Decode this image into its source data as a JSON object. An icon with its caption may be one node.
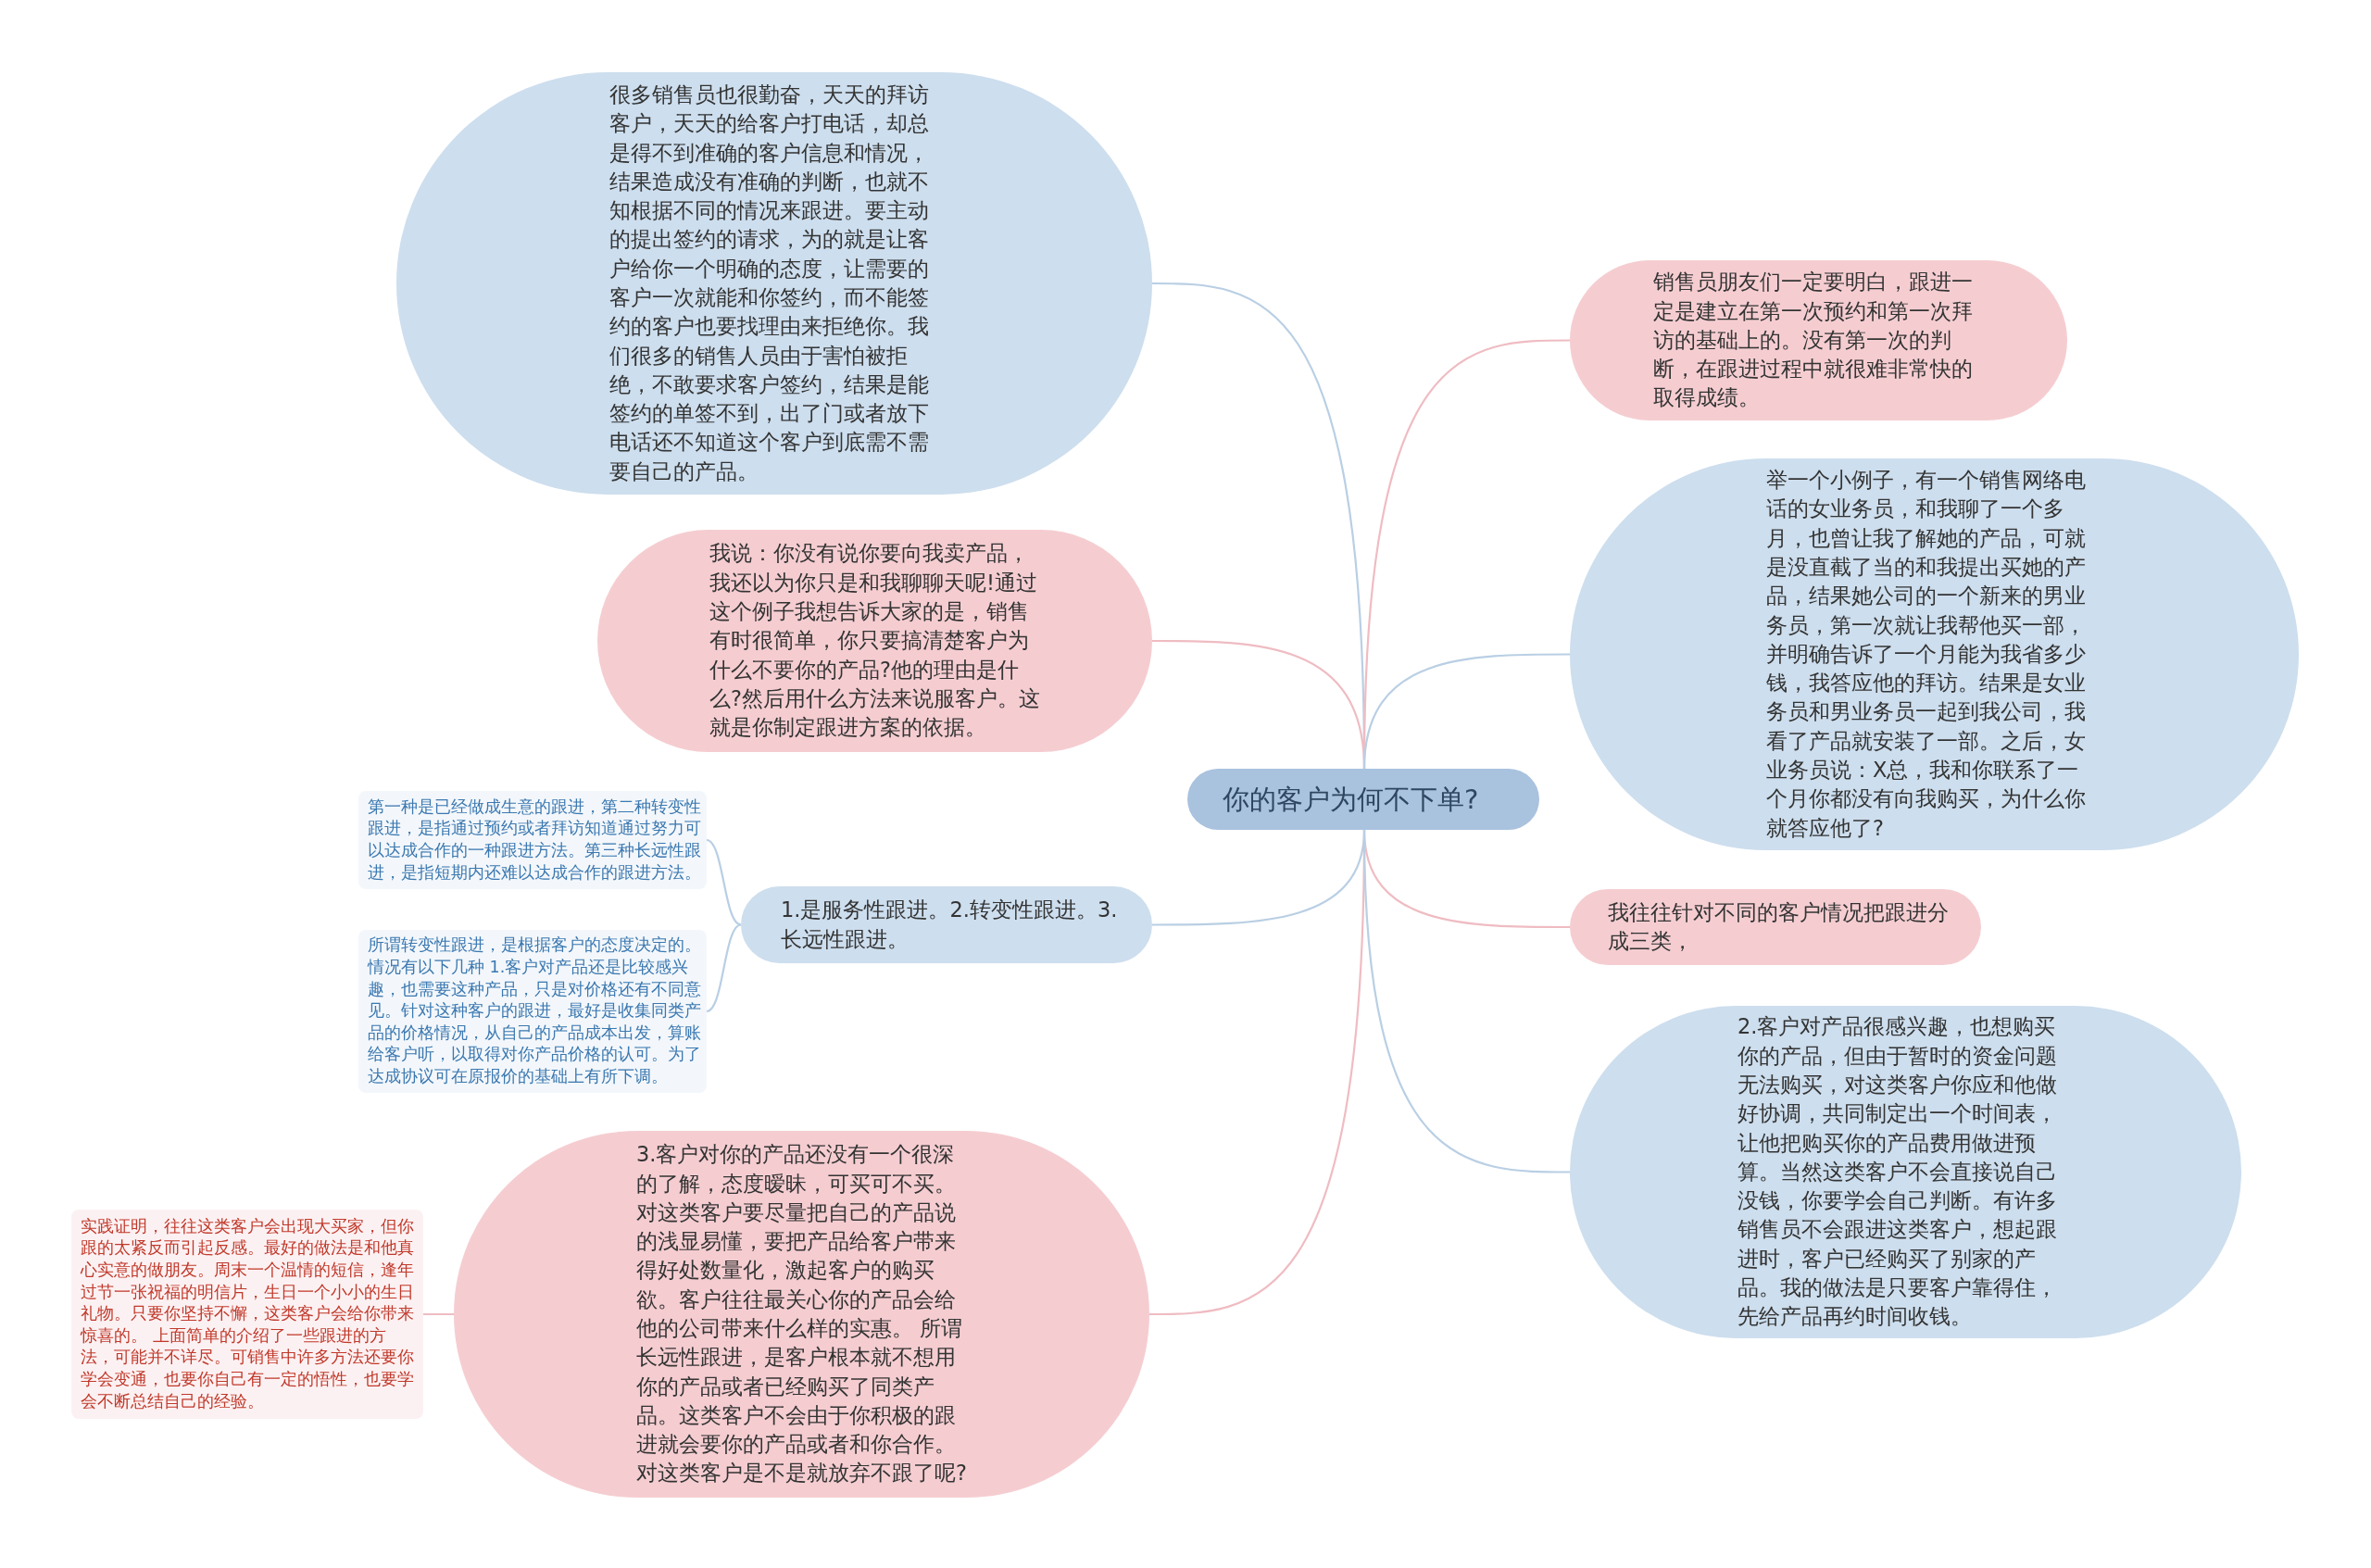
{
  "diagram": {
    "nodes": [
      {
        "text": [
          "你的客户为何不下单?"
        ]
      },
      {
        "text": [
          "很多销售员也很勤奋，天天的拜访客户，天天的给客户打电话，却总是得不到准确的客户信息和情况，结果造成没有准确的判断，也就不知根据不同的情况来跟进。要主动的提出签约的请求，为的就是让客户给你一个明确的态度，让需要的客户一次就能和你签约，而不能签约的客户也要找理由来拒绝你。我们很多的销售人员由于害怕被拒绝，不敢要求客户签约，结果是能签约的单签不到，出了门或者放下电话还不知道这个客户到底需不需要自己的产品。"
        ]
      },
      {
        "text": [
          "我说：你没有说你要向我卖产品，我还以为你只是和我聊聊天呢!通过这个例子我想告诉大家的是，销售有时很简单，你只要搞清楚客户为什么不要你的产品?他的理由是什么?然后用什么方法来说服客户。这就是你制定跟进方案的依据。"
        ]
      },
      {
        "text": [
          "1.是服务性跟进。2.转变性跟进。3.长远性跟进。"
        ]
      },
      {
        "text": [
          "第一种是已经做成生意的跟进，第二种转变性跟进，是指通过预约或者拜访知道通过努力可以达成合作的一种跟进方法。第三种长远性跟进，是指短期内还难以达成合作的跟进方法。"
        ]
      },
      {
        "text": [
          "所谓转变性跟进，是根据客户的态度决定的。情况有以下几种 1.客户对产品还是比较感兴趣，也需要这种产品，只是对价格还有不同意见。针对这种客户的跟进，最好是收集同类产品的价格情况，从自己的产品成本出发，算账给客户听，以取得对你产品价格的认可。为了达成协议可在原报价的基础上有所下调。"
        ]
      },
      {
        "text": [
          "3.客户对你的产品还没有一个很深的了解，态度暧昧，可买可不买。对这类客户要尽量把自己的产品说的浅显易懂，要把产品给客户带来得好处数量化，激起客户的购买欲。客户往往最关心你的产品会给他的公司带来什么样的实惠。 所谓长远性跟进，是客户根本就不想用你的产品或者已经购买了同类产品。这类客户不会由于你积极的跟进就会要你的产品或者和你合作。对这类客户是不是就放弃不跟了呢?"
        ]
      },
      {
        "text": [
          "实践证明，往往这类客户会出现大买家，但你跟的太紧反而引起反感。最好的做法是和他真心实意的做朋友。周末一个温情的短信，逢年过节一张祝福的明信片，生日一个小小的生日礼物。只要你坚持不懈，这类客户会给你带来惊喜的。 上面简单的介绍了一些跟进的方法，可能并不详尽。可销售中许多方法还要你学会变通，也要你自己有一定的悟性，也要学会不断总结自己的经验。"
        ]
      },
      {
        "text": [
          "销售员朋友们一定要明白，跟进一定是建立在第一次预约和第一次拜访的基础上的。没有第一次的判断，在跟进过程中就很难非常快的取得成绩。"
        ]
      },
      {
        "text": [
          "举一个小例子，有一个销售网络电话的女业务员，和我聊了一个多月，也曾让我了解她的产品，可就是没直截了当的和我提出买她的产品，结果她公司的一个新来的男业务员，第一次就让我帮他买一部，并明确告诉了一个月能为我省多少钱，我答应他的拜访。结果是女业务员和男业务员一起到我公司，我看了产品就安装了一部。之后，女业务员说：X总，我和你联系了一个月你都没有向我购买，为什么你就答应他了?"
        ]
      },
      {
        "text": [
          "我往往针对不同的客户情况把跟进分成三类，"
        ]
      },
      {
        "text": [
          "2.客户对产品很感兴趣，也想购买你的产品，但由于暂时的资金问题无法购买，对这类客户你应和他做好协调，共同制定出一个时间表，让他把购买你的产品费用做进预算。当然这类客户不会直接说自己没钱，你要学会自己判断。有许多销售员不会跟进这类客户，想起跟进时，客户已经购买了别家的产品。我的做法是只要客户靠得住，先给产品再约时间收钱。"
        ]
      }
    ],
    "edges": [
      {
        "from": 0,
        "to": 1,
        "arrow": "none"
      },
      {
        "from": 0,
        "to": 2,
        "arrow": "none",
        "color": "#efbcc2"
      },
      {
        "from": 0,
        "to": 3,
        "arrow": "none"
      },
      {
        "from": 3,
        "to": 4,
        "arrow": "none"
      },
      {
        "from": 3,
        "to": 5,
        "arrow": "none"
      },
      {
        "from": 0,
        "to": 6,
        "arrow": "none",
        "color": "#efbcc2"
      },
      {
        "from": 6,
        "to": 7,
        "arrow": "none",
        "color": "#efbcc2"
      },
      {
        "from": 0,
        "to": 8,
        "arrow": "none",
        "color": "#efbcc2"
      },
      {
        "from": 0,
        "to": 9,
        "arrow": "none"
      },
      {
        "from": 0,
        "to": 10,
        "arrow": "none",
        "color": "#efbcc2"
      },
      {
        "from": 0,
        "to": 11,
        "arrow": "none"
      }
    ]
  }
}
